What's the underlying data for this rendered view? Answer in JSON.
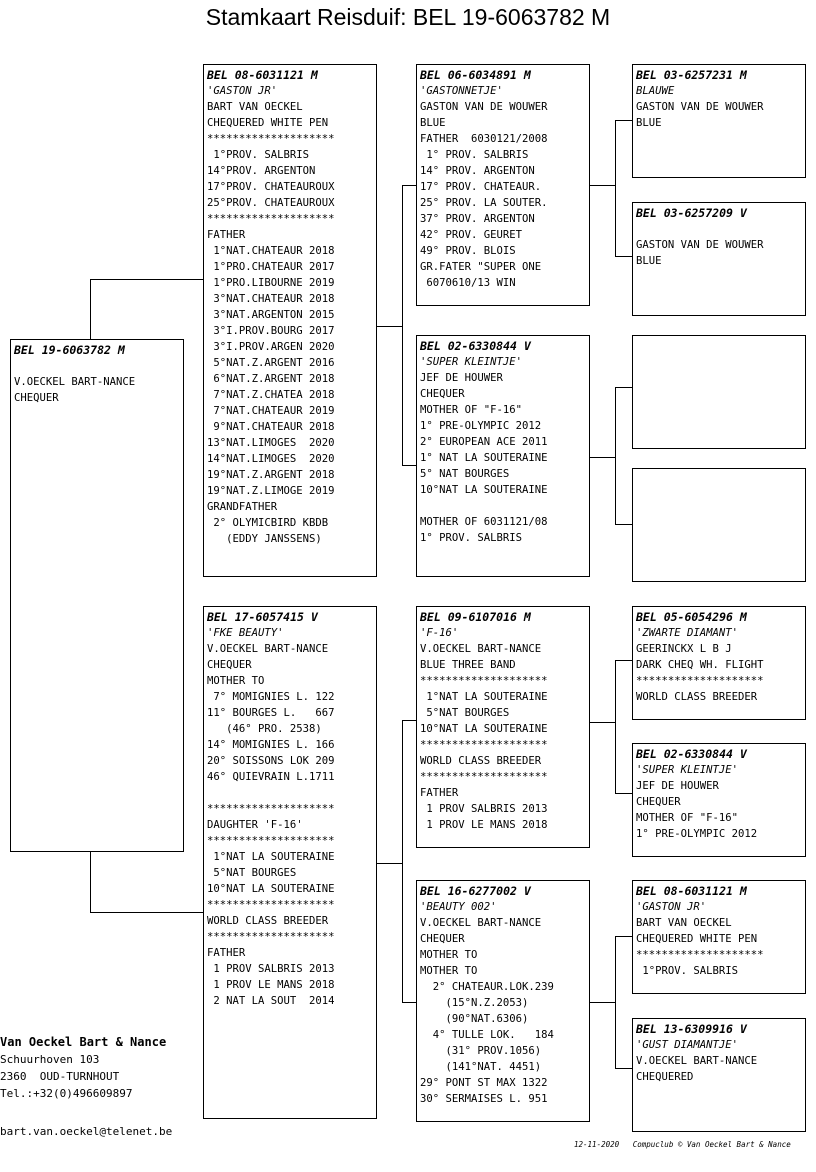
{
  "title": "Stamkaart Reisduif: BEL 19-6063782 M",
  "boxes": {
    "subject": [
      "BEL 19-6063782 M",
      "",
      "V.OECKEL BART-NANCE",
      "CHEQUER"
    ],
    "father": [
      "BEL 08-6031121 M",
      "'GASTON JR'",
      "BART VAN OECKEL",
      "CHEQUERED WHITE PEN",
      "********************",
      " 1°PROV. SALBRIS",
      "14°PROV. ARGENTON",
      "17°PROV. CHATEAUROUX",
      "25°PROV. CHATEAUROUX",
      "********************",
      "FATHER",
      " 1°NAT.CHATEAUR 2018",
      " 1°PRO.CHATEAUR 2017",
      " 1°PRO.LIBOURNE 2019",
      " 3°NAT.CHATEAUR 2018",
      " 3°NAT.ARGENTON 2015",
      " 3°I.PROV.BOURG 2017",
      " 3°I.PROV.ARGEN 2020",
      " 5°NAT.Z.ARGENT 2016",
      " 6°NAT.Z.ARGENT 2018",
      " 7°NAT.Z.CHATEA 2018",
      " 7°NAT.CHATEAUR 2019",
      " 9°NAT.CHATEAUR 2018",
      "13°NAT.LIMOGES  2020",
      "14°NAT.LIMOGES  2020",
      "19°NAT.Z.ARGENT 2018",
      "19°NAT.Z.LIMOGE 2019",
      "GRANDFATHER",
      " 2° OLYMICBIRD KBDB",
      "   (EDDY JANSSENS)"
    ],
    "mother": [
      "BEL 17-6057415 V",
      "'FKE BEAUTY'",
      "V.OECKEL BART-NANCE",
      "CHEQUER",
      "MOTHER TO",
      " 7° MOMIGNIES L. 122",
      "11° BOURGES L.   667",
      "   (46° PRO. 2538)",
      "14° MOMIGNIES L. 166",
      "20° SOISSONS LOK 209",
      "46° QUIEVRAIN L.1711",
      "",
      "********************",
      "DAUGHTER 'F-16'",
      "********************",
      " 1°NAT LA SOUTERAINE",
      " 5°NAT BOURGES",
      "10°NAT LA SOUTERAINE",
      "********************",
      "WORLD CLASS BREEDER",
      "********************",
      "FATHER",
      " 1 PROV SALBRIS 2013",
      " 1 PROV LE MANS 2018",
      " 2 NAT LA SOUT  2014"
    ],
    "ff": [
      "BEL 06-6034891 M",
      "'GASTONNETJE'",
      "GASTON VAN DE WOUWER",
      "BLUE",
      "FATHER  6030121/2008",
      " 1° PROV. SALBRIS",
      "14° PROV. ARGENTON",
      "17° PROV. CHATEAUR.",
      "25° PROV. LA SOUTER.",
      "37° PROV. ARGENTON",
      "42° PROV. GEURET",
      "49° PROV. BLOIS",
      "GR.FATER \"SUPER ONE",
      " 6070610/13 WIN"
    ],
    "fm": [
      "BEL 02-6330844 V",
      "'SUPER KLEINTJE'",
      "JEF DE HOUWER",
      "CHEQUER",
      "MOTHER OF \"F-16\"",
      "1° PRE-OLYMPIC 2012",
      "2° EUROPEAN ACE 2011",
      "1° NAT LA SOUTERAINE",
      "5° NAT BOURGES",
      "10°NAT LA SOUTERAINE",
      "",
      "MOTHER OF 6031121/08",
      "1° PROV. SALBRIS"
    ],
    "mf": [
      "BEL 09-6107016 M",
      "'F-16'",
      "V.OECKEL BART-NANCE",
      "BLUE THREE BAND",
      "********************",
      " 1°NAT LA SOUTERAINE",
      " 5°NAT BOURGES",
      "10°NAT LA SOUTERAINE",
      "********************",
      "WORLD CLASS BREEDER",
      "********************",
      "FATHER",
      " 1 PROV SALBRIS 2013",
      " 1 PROV LE MANS 2018"
    ],
    "mm": [
      "BEL 16-6277002 V",
      "'BEAUTY 002'",
      "V.OECKEL BART-NANCE",
      "CHEQUER",
      "MOTHER TO",
      "MOTHER TO",
      "  2° CHATEAUR.LOK.239",
      "    (15°N.Z.2053)",
      "    (90°NAT.6306)",
      "  4° TULLE LOK.   184",
      "    (31° PROV.1056)",
      "    (141°NAT. 4451)",
      "29° PONT ST MAX 1322",
      "30° SERMAISES L. 951"
    ],
    "fff": [
      "BEL 03-6257231 M",
      "BLAUWE",
      "GASTON VAN DE WOUWER",
      "BLUE"
    ],
    "ffm": [
      "BEL 03-6257209 V",
      "",
      "GASTON VAN DE WOUWER",
      "BLUE"
    ],
    "fmf": [],
    "fmm": [],
    "mff": [
      "BEL 05-6054296 M",
      "'ZWARTE DIAMANT'",
      "GEERINCKX L B J",
      "DARK CHEQ WH. FLIGHT",
      "********************",
      "WORLD CLASS BREEDER"
    ],
    "mfm": [
      "BEL 02-6330844 V",
      "'SUPER KLEINTJE'",
      "JEF DE HOUWER",
      "CHEQUER",
      "MOTHER OF \"F-16\"",
      "1° PRE-OLYMPIC 2012"
    ],
    "mmf": [
      "BEL 08-6031121 M",
      "'GASTON JR'",
      "BART VAN OECKEL",
      "CHEQUERED WHITE PEN",
      "********************",
      " 1°PROV. SALBRIS"
    ],
    "mmm": [
      "BEL 13-6309916 V",
      "'GUST DIAMANTJE'",
      "V.OECKEL BART-NANCE",
      "CHEQUERED"
    ]
  },
  "owner": {
    "name": "Van Oeckel Bart & Nance",
    "street": "Schuurhoven 103",
    "city": "2360  OUD-TURNHOUT",
    "phone": "Tel.:+32(0)496609897",
    "email": "bart.van.oeckel@telenet.be"
  },
  "footer": "12-11-2020   Compuclub © Van Oeckel Bart & Nance"
}
